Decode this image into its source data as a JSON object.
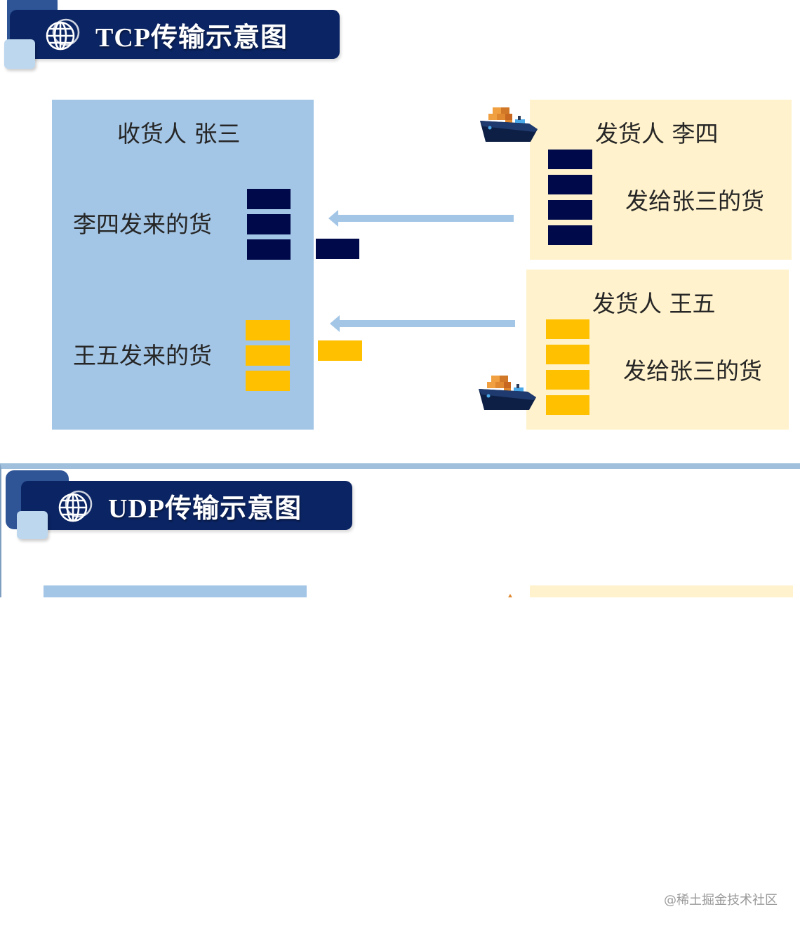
{
  "tcp": {
    "title": "TCP传输示意图",
    "receiver": {
      "title": "收货人  张三",
      "rows": [
        {
          "label": "李四发来的货",
          "blocks": 3,
          "color": "#000a4a"
        },
        {
          "label": "王五发来的货",
          "blocks": 3,
          "color": "#ffc000"
        }
      ]
    },
    "senders": [
      {
        "title": "发货人  李四",
        "text": "发给张三的货",
        "blocks": 4,
        "color": "#000a4a"
      },
      {
        "title": "发货人  王五",
        "text": "发给张三的货",
        "blocks": 4,
        "color": "#ffc000"
      }
    ],
    "in_transit": [
      {
        "from": "李四",
        "color": "#000a4a"
      },
      {
        "from": "王五",
        "color": "#ffc000"
      }
    ]
  },
  "udp": {
    "title": "UDP传输示意图"
  },
  "colors": {
    "banner": "#0b2463",
    "receiver_panel": "#a4c6e6",
    "sender_panel": "#fff2cc",
    "arrow": "#a4c6e6",
    "navy_cargo": "#000a4a",
    "gold_cargo": "#ffc000"
  },
  "icons": {
    "header": "globe-icon",
    "sender": "cargo-ship-icon",
    "flow": "arrow-left-icon"
  },
  "watermark": "@稀土掘金技术社区"
}
